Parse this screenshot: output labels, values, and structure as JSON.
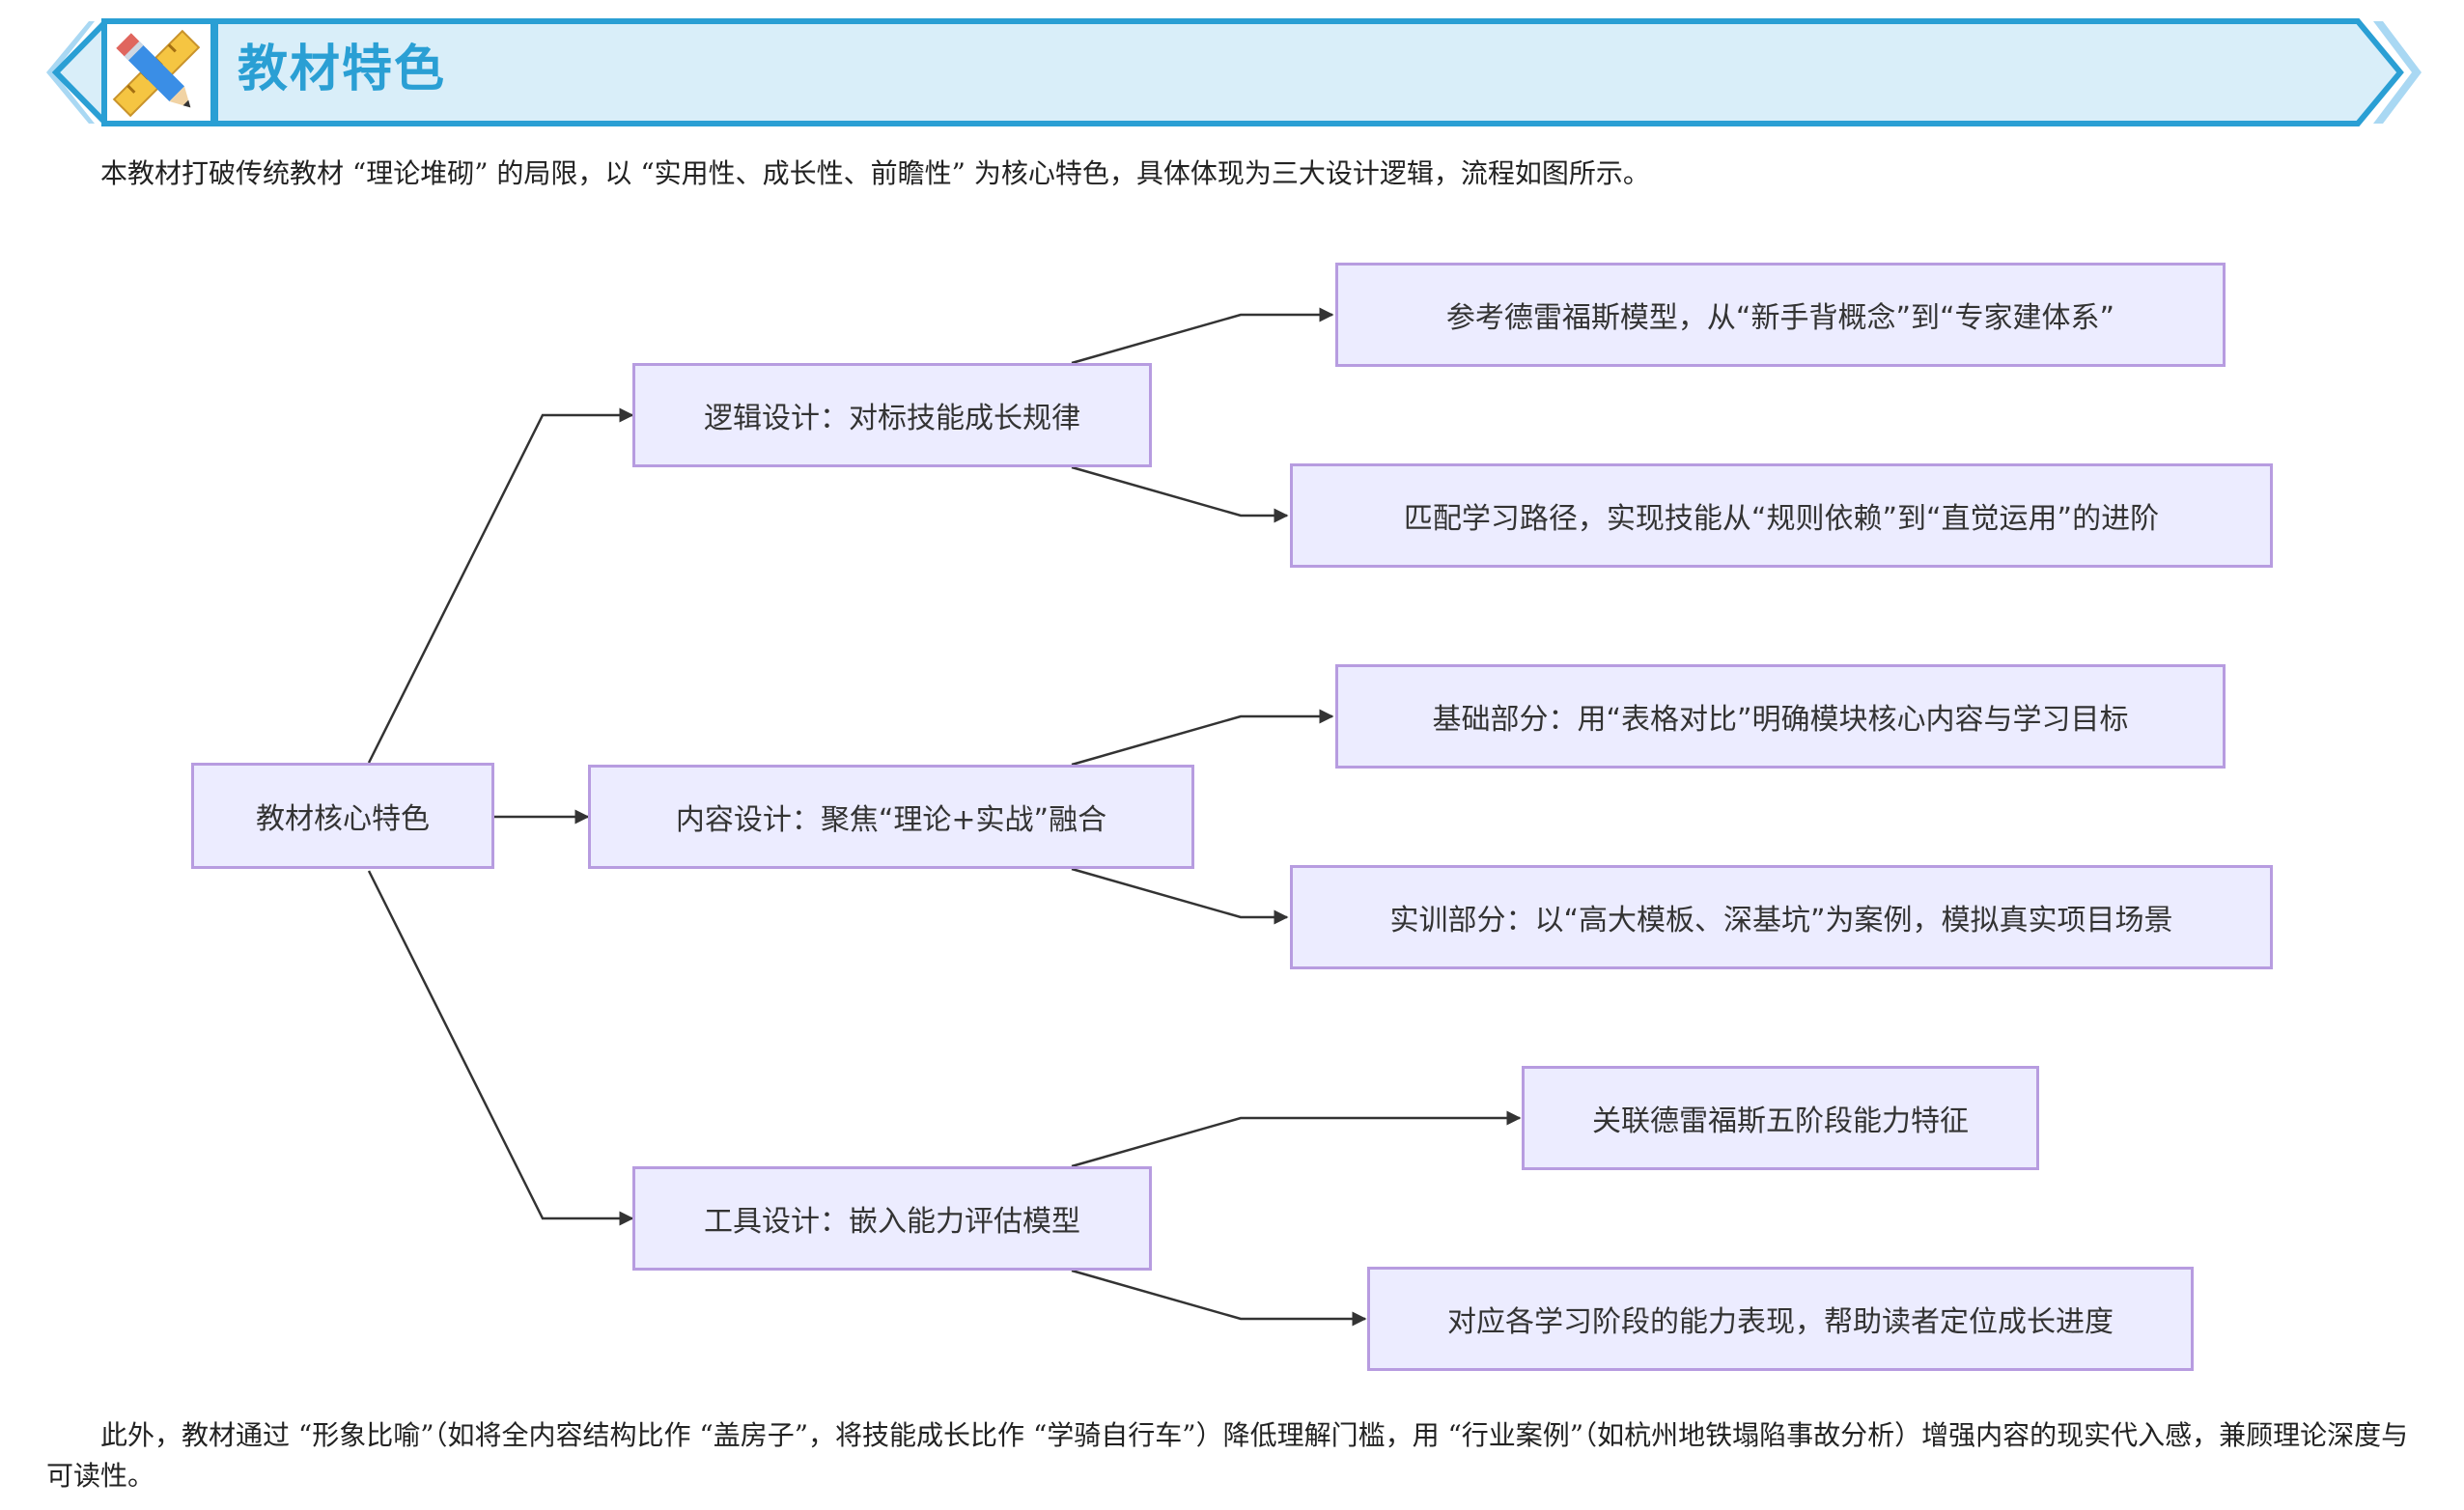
{
  "header": {
    "title": "教材特色",
    "colors": {
      "accent": "#2a9fd4",
      "band": "#d9eef9",
      "light": "#a9d8f3"
    },
    "icon": "pencil-ruler-icon"
  },
  "intro": "本教材打破传统教材 “理论堆砌” 的局限，以 “实用性、成长性、前瞻性” 为核心特色，具体体现为三大设计逻辑，流程如图所示。",
  "diagram": {
    "colors": {
      "fill": "#ececff",
      "border": "#b79ce0",
      "edge": "#333333"
    },
    "root": "教材核心特色",
    "branches": [
      {
        "label": "逻辑设计：对标技能成长规律",
        "children": [
          "参考德雷福斯模型，从“新手背概念”到“专家建体系”",
          "匹配学习路径，实现技能从“规则依赖”到“直觉运用”的进阶"
        ]
      },
      {
        "label": "内容设计：聚焦“理论+实战”融合",
        "children": [
          "基础部分：用“表格对比”明确模块核心内容与学习目标",
          "实训部分：以“高大模板、深基坑”为案例，模拟真实项目场景"
        ]
      },
      {
        "label": "工具设计：嵌入能力评估模型",
        "children": [
          "关联德雷福斯五阶段能力特征",
          "对应各学习阶段的能力表现，帮助读者定位成长进度"
        ]
      }
    ]
  },
  "outro": "此外，教材通过 “形象比喻”（如将全内容结构比作 “盖房子”，将技能成长比作 “学骑自行车”）降低理解门槛，用 “行业案例”（如杭州地铁塌陷事故分析）增强内容的现实代入感，兼顾理论深度与可读性。"
}
